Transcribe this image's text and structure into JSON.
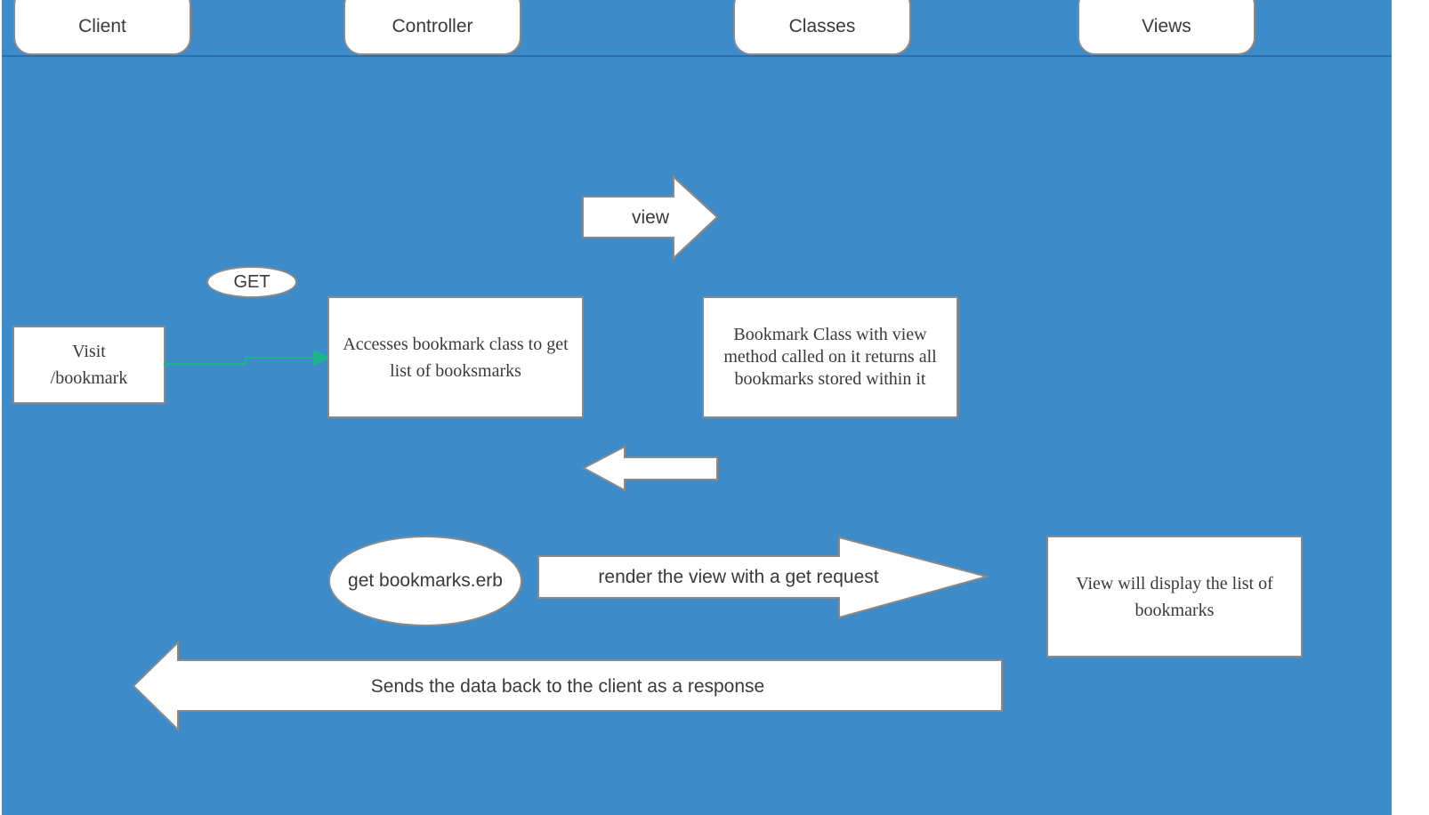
{
  "lanes": {
    "client": "Client",
    "controller": "Controller",
    "classes": "Classes",
    "views": "Views"
  },
  "nodes": {
    "visit": "Visit\n/bookmark",
    "get_label": "GET",
    "accesses": "Accesses bookmark class to get list of booksmarks",
    "bookmark_class": "Bookmark Class with view method called on it returns all bookmarks stored within it",
    "get_erb": "get bookmarks.erb",
    "view_display": "View will display the list of bookmarks"
  },
  "arrows": {
    "view": "view",
    "render": "render the view with a get request",
    "sends": "Sends the data back to the client as a response"
  },
  "colors": {
    "background": "#3d8bc9",
    "shape_fill": "#ffffff",
    "shape_border": "#8a8a8a",
    "connector": "#1cb58a"
  }
}
